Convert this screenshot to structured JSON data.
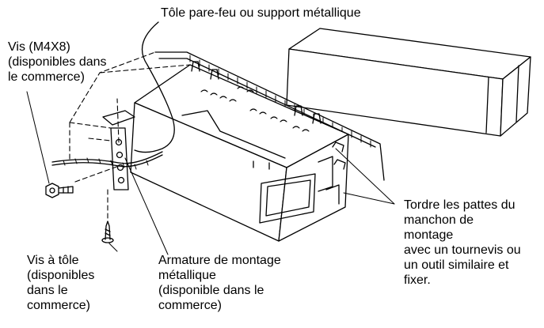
{
  "labels": {
    "firewall": "Tôle pare-feu ou support métallique",
    "screw_m4": "Vis (M4X8)\n(disponibles dans\nle commerce)",
    "sheet_screw": "Vis à tôle\n(disponibles\ndans le\ncommerce)",
    "bracket": "Armature de montage\nmétallique\n(disponible dans le\ncommerce)",
    "bend_tabs": "Tordre les pattes du\nmanchon de\nmontage\navec un tournevis ou\nun outil similaire et\nfixer."
  }
}
